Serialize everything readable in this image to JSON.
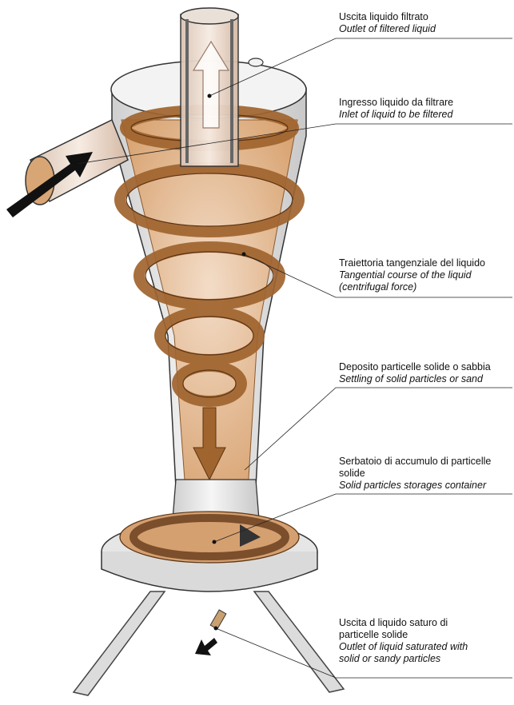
{
  "labels": {
    "outlet_filtered": {
      "it_line1": "Uscita liquido filtrato",
      "en_line1": "Outlet of filtered liquid"
    },
    "inlet": {
      "it_line1": "Ingresso liquido da filtrare",
      "en_line1": "Inlet of liquid to be filtered"
    },
    "tangential": {
      "it_line1": "Traiettoria tangenziale del liquido",
      "en_line1": "Tangential course of the liquid",
      "en_line2": "(centrifugal force)"
    },
    "settling": {
      "it_line1": "Deposito particelle solide o sabbia",
      "en_line1": "Settling of solid particles or sand"
    },
    "container": {
      "it_line1": "Serbatoio di accumulo di particelle",
      "it_line2": "solide",
      "en_line1": "Solid particles storages container"
    },
    "outlet_saturated": {
      "it_line1": "Uscita d liquido saturo di",
      "it_line2": "particelle solide",
      "en_line1": "Outlet of liquid saturated with",
      "en_line2": "solid or sandy particles"
    }
  },
  "colors": {
    "sand": "#d8a070",
    "sand_light": "#f0d2b8",
    "spiral": "#a86a35",
    "spiral_dark": "#7a4a22",
    "metal": "#e6e6e6",
    "outline": "#333333"
  }
}
